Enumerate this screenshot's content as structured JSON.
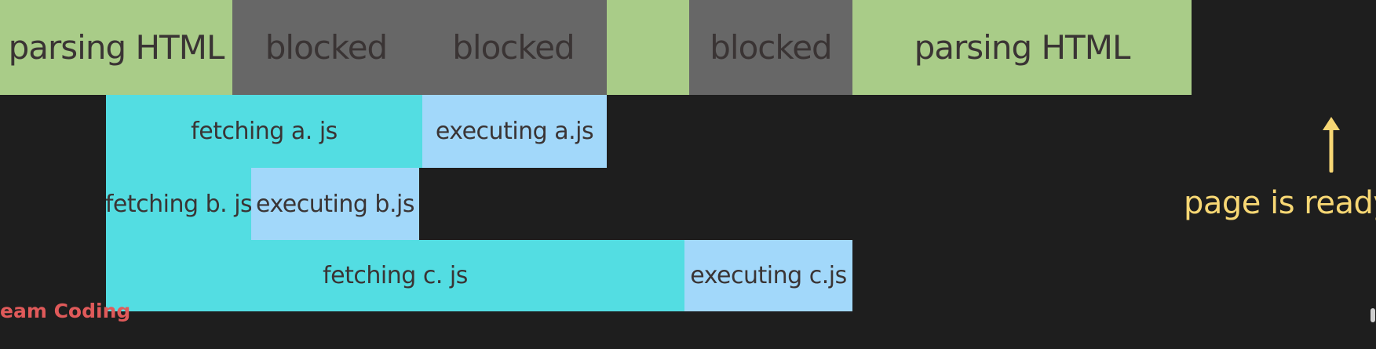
{
  "colors": {
    "background": "#1e1e1e",
    "parsing": "#a9cc88",
    "blocked": "#676767",
    "fetching": "#53dde2",
    "executing": "#a2d8fa",
    "segment_text": "#3a3434",
    "ready": "#f7d774",
    "watermark": "#e05a5a"
  },
  "rows": {
    "main": [
      {
        "name": "seg-parsing-1",
        "label": "parsing HTML",
        "kind": "parsing"
      },
      {
        "name": "seg-blocked-1",
        "label": "blocked",
        "kind": "blocked"
      },
      {
        "name": "seg-blocked-2",
        "label": "blocked",
        "kind": "blocked"
      },
      {
        "name": "seg-parsing-gap",
        "label": "",
        "kind": "parsing"
      },
      {
        "name": "seg-blocked-3",
        "label": "blocked",
        "kind": "blocked"
      },
      {
        "name": "seg-parsing-2",
        "label": "parsing HTML",
        "kind": "parsing"
      }
    ],
    "script_a": [
      {
        "name": "seg-fetch-a",
        "label": "fetching a. js",
        "kind": "fetching"
      },
      {
        "name": "seg-exec-a",
        "label": "executing a.js",
        "kind": "executing"
      }
    ],
    "script_b": [
      {
        "name": "seg-fetch-b",
        "label": "fetching b. js",
        "kind": "fetching"
      },
      {
        "name": "seg-exec-b",
        "label": "executing b.js",
        "kind": "executing"
      }
    ],
    "script_c": [
      {
        "name": "seg-fetch-c",
        "label": "fetching c. js",
        "kind": "fetching"
      },
      {
        "name": "seg-exec-c",
        "label": "executing c.js",
        "kind": "executing"
      }
    ]
  },
  "ready": {
    "label": "page is ready",
    "icon": "arrow-up-icon"
  },
  "watermark": {
    "text": "eam Coding"
  }
}
